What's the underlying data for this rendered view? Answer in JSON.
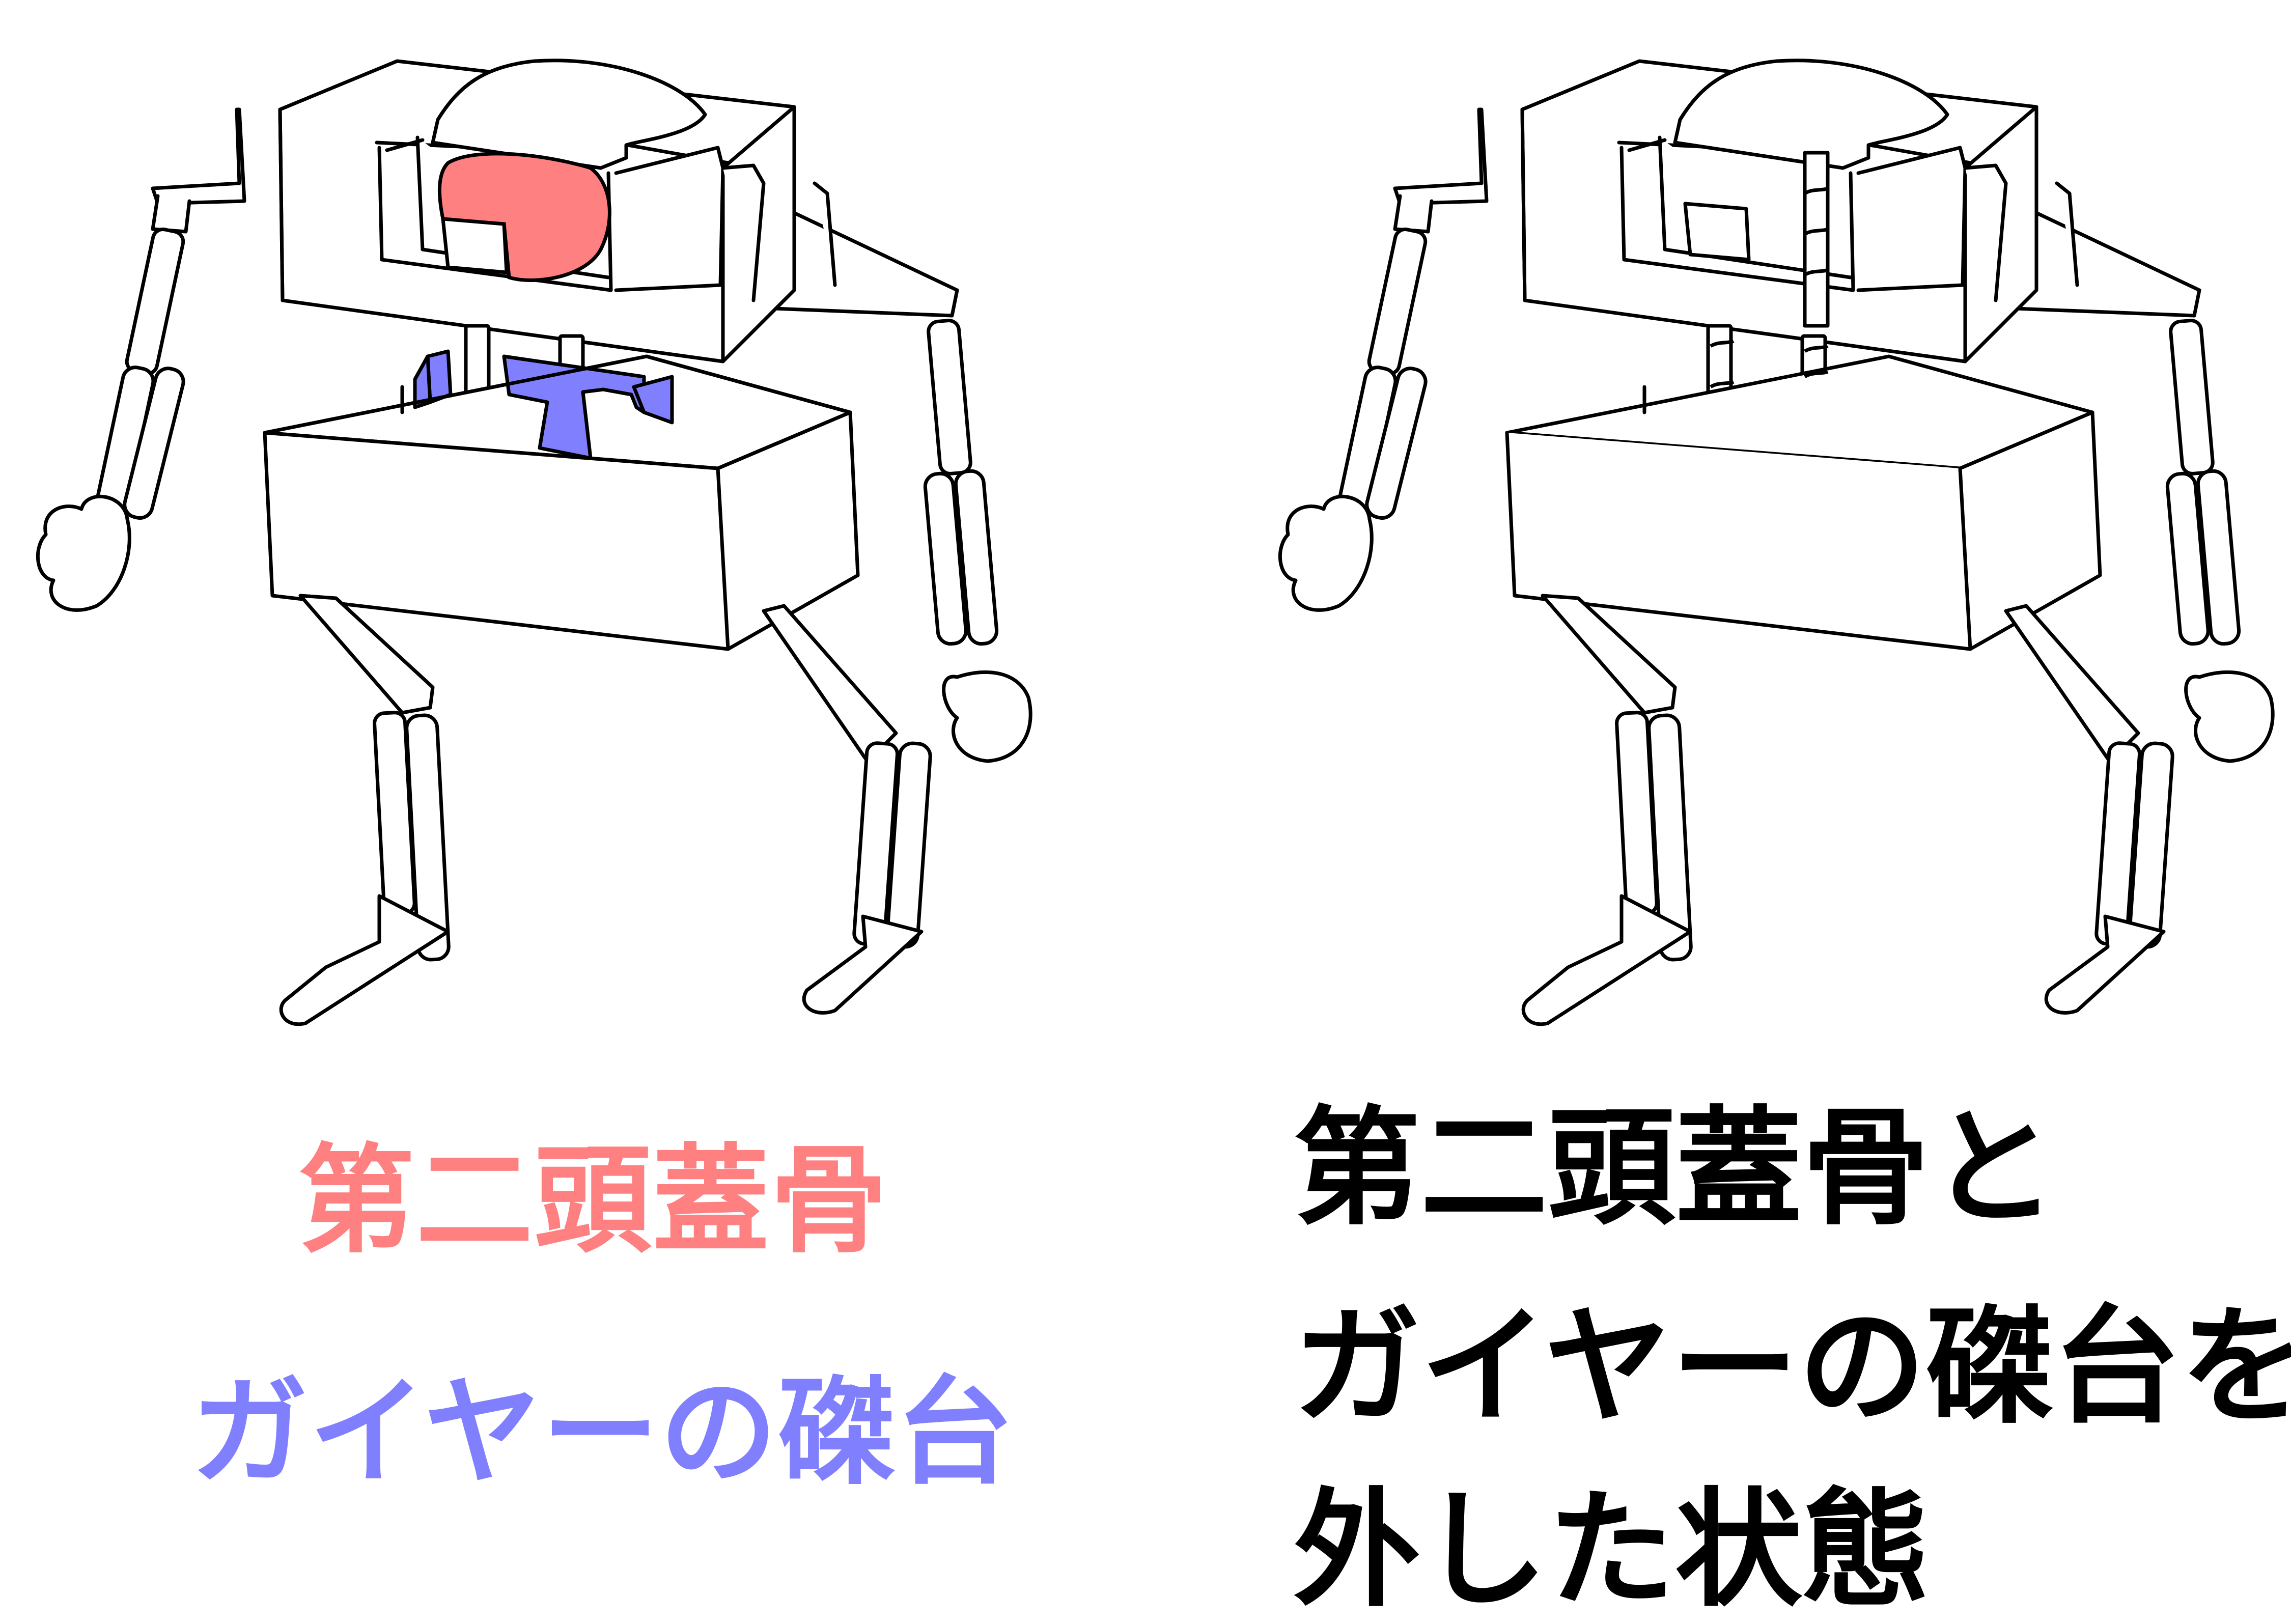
{
  "labels": {
    "second_skull": "第二頭蓋骨",
    "gaia_crucifix": "ガイヤーの磔台"
  },
  "caption": {
    "line1": "第二頭蓋骨と",
    "line2": "ガイヤーの磔台を",
    "line3": "外した状態"
  },
  "colors": {
    "second_skull": "#ff8080",
    "gaia_crucifix": "#8080ff",
    "caption": "#000000",
    "line": "#000000",
    "background": "#ffffff"
  },
  "figures": [
    {
      "name": "robot-with-parts",
      "highlights": [
        "second_skull",
        "gaia_crucifix"
      ]
    },
    {
      "name": "robot-without-parts",
      "highlights": []
    }
  ]
}
